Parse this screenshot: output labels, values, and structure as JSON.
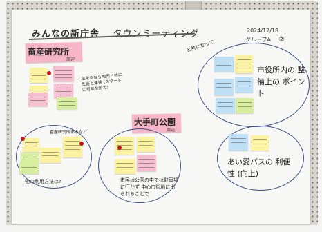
{
  "poster": {
    "title": "みんなの新庁舎",
    "subtitle": "タウンミーティング",
    "date": "2024/12/18",
    "group": "グループA",
    "group_number": "②"
  },
  "sections": {
    "livestock": {
      "name": "畜産研究所",
      "sub": "周辺"
    },
    "park": {
      "name": "大手町公園",
      "sub": "周辺"
    }
  },
  "handwritten": {
    "livestock_side": "出来るなら地元と共に生徒と連携 (スマートに可能な形で)",
    "other_use": "他の利用方法は?",
    "park_notes": "市民は公園の中では駐車場に行かず 中心市街地に出られることで",
    "env_header": "と共になって",
    "office_points": "市役所内の 整備上の ポイント",
    "bus_usability": "あい愛バスの 利便性 (向上)",
    "chikusan_note": "畜産研究所あるなど"
  },
  "colors": {
    "pink_card": "#f6b6c8",
    "yellow_note": "#fbf3a2",
    "blue_note": "#bfe0f4",
    "green_note": "#d7ee9e",
    "pin": "#c4121b",
    "marker_circle": "#3b4e88"
  }
}
